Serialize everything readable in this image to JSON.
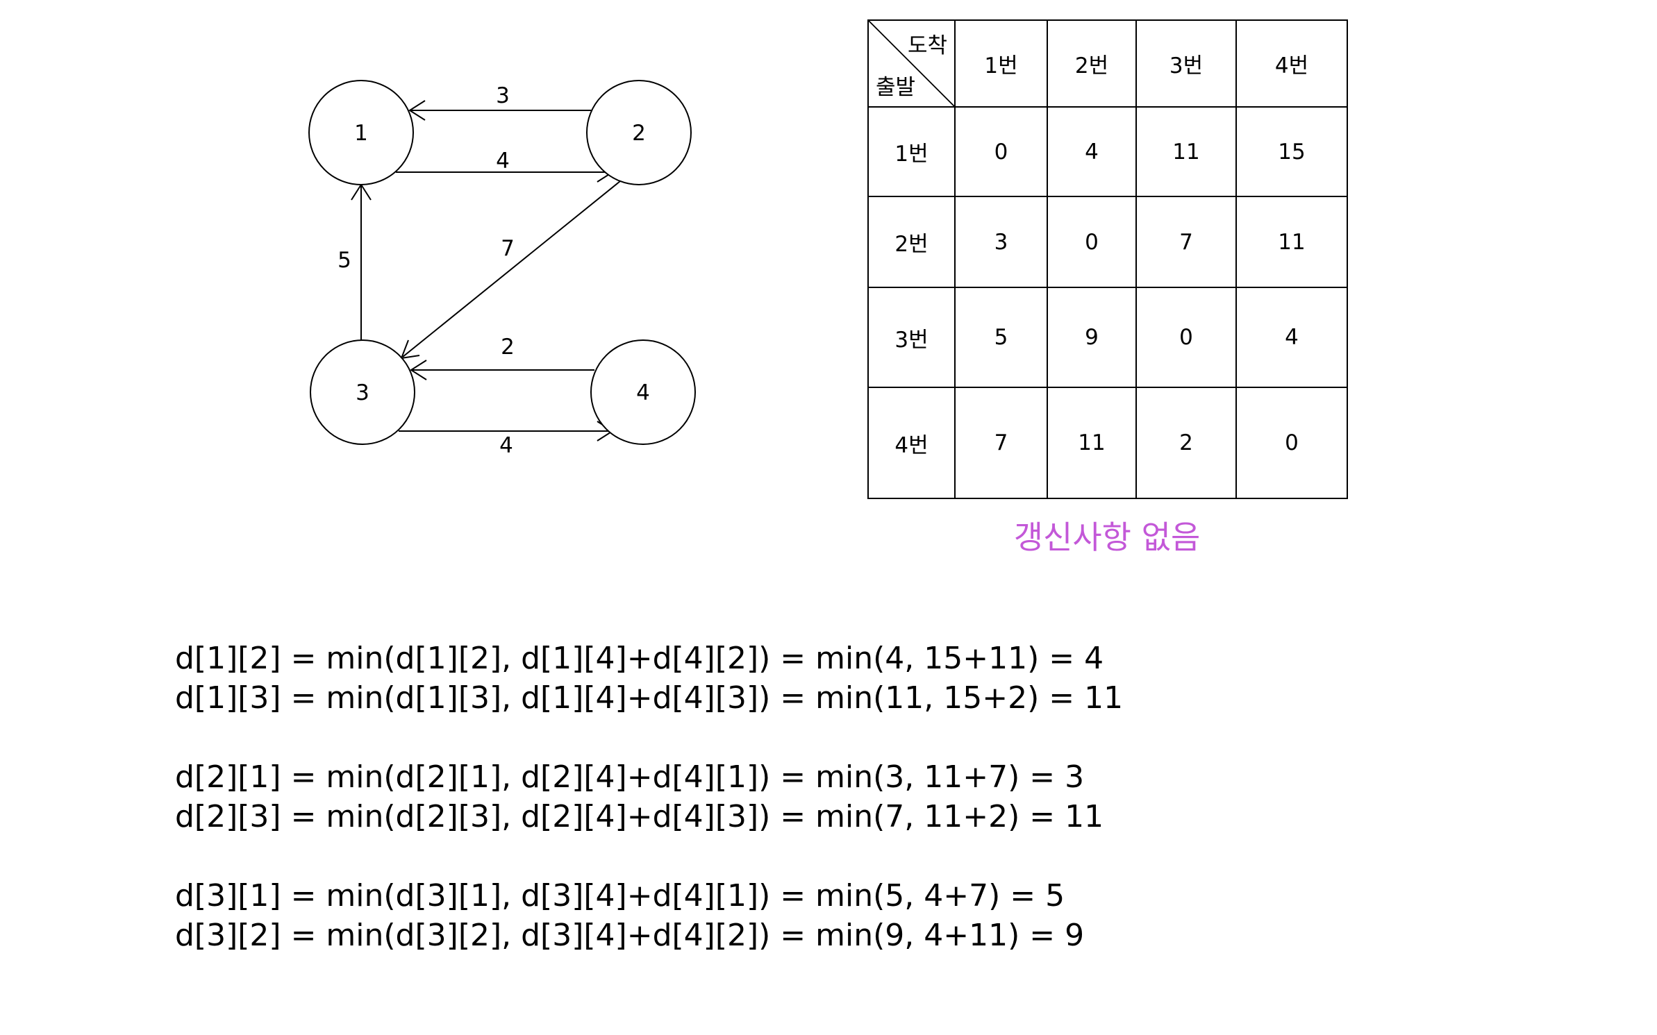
{
  "graph": {
    "nodes": [
      {
        "id": "1",
        "label": "1"
      },
      {
        "id": "2",
        "label": "2"
      },
      {
        "id": "3",
        "label": "3"
      },
      {
        "id": "4",
        "label": "4"
      }
    ],
    "edges": [
      {
        "from": "2",
        "to": "1",
        "weight": "3"
      },
      {
        "from": "1",
        "to": "2",
        "weight": "4"
      },
      {
        "from": "3",
        "to": "1",
        "weight": "5"
      },
      {
        "from": "2",
        "to": "3",
        "weight": "7"
      },
      {
        "from": "4",
        "to": "3",
        "weight": "2"
      },
      {
        "from": "3",
        "to": "4",
        "weight": "4"
      }
    ]
  },
  "table": {
    "corner_dest": "도착",
    "corner_src": "출발",
    "col_headers": [
      "1번",
      "2번",
      "3번",
      "4번"
    ],
    "rows": [
      {
        "header": "1번",
        "cells": [
          "0",
          "4",
          "11",
          "15"
        ]
      },
      {
        "header": "2번",
        "cells": [
          "3",
          "0",
          "7",
          "11"
        ]
      },
      {
        "header": "3번",
        "cells": [
          "5",
          "9",
          "0",
          "4"
        ]
      },
      {
        "header": "4번",
        "cells": [
          "7",
          "11",
          "2",
          "0"
        ]
      }
    ],
    "caption": "갱신사항 없음",
    "caption_color": "#c358d8"
  },
  "equations": [
    [
      "d[1][2] = min(d[1][2], d[1][4]+d[4][2]) = min(4, 15+11) = 4",
      "d[1][3] = min(d[1][3], d[1][4]+d[4][3]) = min(11, 15+2) = 11"
    ],
    [
      "d[2][1] = min(d[2][1], d[2][4]+d[4][1]) = min(3, 11+7) = 3",
      "d[2][3] = min(d[2][3], d[2][4]+d[4][3]) = min(7, 11+2) = 11"
    ],
    [
      "d[3][1] = min(d[3][1], d[3][4]+d[4][1]) = min(5, 4+7) = 5",
      "d[3][2] = min(d[3][2], d[3][4]+d[4][2]) = min(9, 4+11) = 9"
    ]
  ]
}
